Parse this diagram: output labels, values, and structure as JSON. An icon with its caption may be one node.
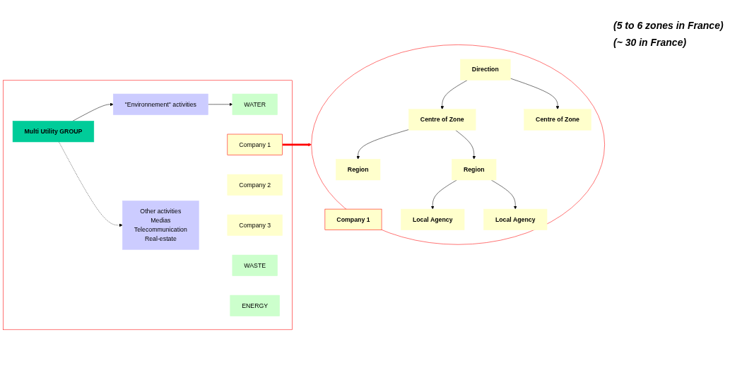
{
  "diagram": {
    "nodes": [
      {
        "text": [],
        "shape": "box"
      },
      {
        "text": [
          "Multi Utility GROUP"
        ],
        "in": 0
      },
      {
        "text": [
          "\"Environnement\" activities"
        ],
        "in": 0
      },
      {
        "text": [
          "Other activities",
          "Medias",
          "Telecommunication",
          "Real-estate"
        ],
        "in": 0
      },
      {
        "text": [
          "WATER"
        ],
        "in": 0
      },
      {
        "text": [
          "Company  1"
        ],
        "in": 0
      },
      {
        "text": [
          "Company  2"
        ],
        "in": 0
      },
      {
        "text": [
          "Company  3"
        ],
        "in": 0
      },
      {
        "text": [
          "WASTE"
        ],
        "in": 0
      },
      {
        "text": [
          "ENERGY"
        ],
        "in": 0
      },
      {
        "text": [],
        "shape": "ellipse"
      },
      {
        "text": [
          "Company 1"
        ],
        "in": 10
      },
      {
        "text": [
          "Direction"
        ],
        "in": 10
      },
      {
        "text": [
          "Centre of Zone"
        ],
        "in": 10
      },
      {
        "text": [
          "Centre of Zone"
        ],
        "in": 10
      },
      {
        "text": [
          "Region"
        ],
        "in": 10
      },
      {
        "text": [
          "Region"
        ],
        "in": 10
      },
      {
        "text": [
          "Local Agency"
        ],
        "in": 10
      },
      {
        "text": [
          "Local Agency"
        ],
        "in": 10
      }
    ],
    "edges": [
      {
        "from": 1,
        "to": 2,
        "arrow": "to"
      },
      {
        "from": 1,
        "to": 3,
        "arrow": "to",
        "style": "dashed"
      },
      {
        "from": 2,
        "to": 4,
        "arrow": "to"
      },
      {
        "from": 5,
        "to": 10,
        "arrow": "to",
        "style": "thick",
        "color": "#ff0000"
      },
      {
        "from": 12,
        "to": 13,
        "arrow": "to"
      },
      {
        "from": 12,
        "to": 14,
        "arrow": "to"
      },
      {
        "from": 13,
        "to": 15,
        "arrow": "to"
      },
      {
        "from": 13,
        "to": 16,
        "arrow": "to"
      },
      {
        "from": 16,
        "to": 17,
        "arrow": "to"
      },
      {
        "from": 16,
        "to": 18,
        "arrow": "to"
      }
    ],
    "labels": [
      "(5 to 6 zones in France)",
      "(~ 30 in France)"
    ]
  }
}
